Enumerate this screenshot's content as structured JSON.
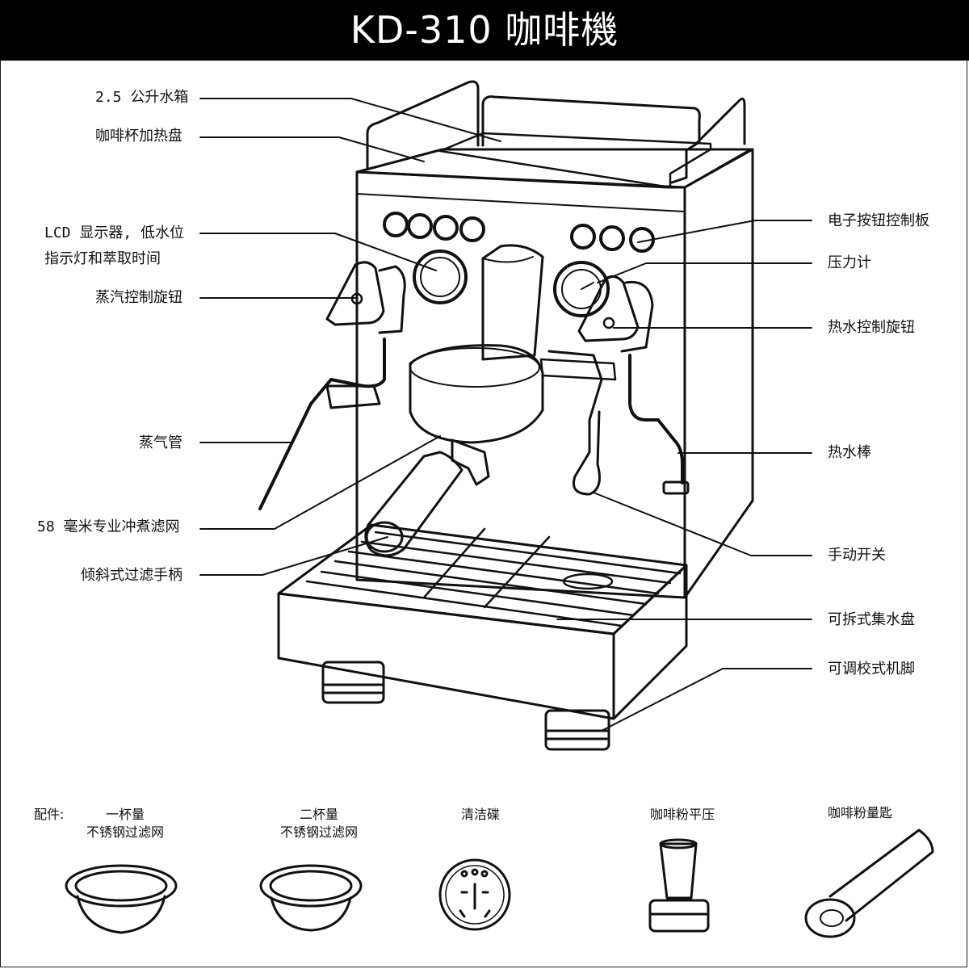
{
  "title": "KD-310 咖啡機",
  "labels_left": {
    "water_tank": "2.5 公升水箱",
    "cup_warmer": "咖啡杯加热盘",
    "lcd_line1": "LCD 显示器, 低水位",
    "lcd_line2": "指示灯和萃取时间",
    "steam_knob": "蒸汽控制旋钮",
    "steam_wand": "蒸气管",
    "filter_basket": "58 毫米专业冲煮滤网",
    "portafilter": "倾斜式过滤手柄"
  },
  "labels_right": {
    "control_panel": "电子按钮控制板",
    "pressure_gauge": "压力计",
    "hot_water_knob": "热水控制旋钮",
    "hot_water_wand": "热水棒",
    "manual_switch": "手动开关",
    "drip_tray": "可拆式集水盘",
    "adjustable_feet": "可调校式机脚"
  },
  "accessories": {
    "heading": "配件:",
    "items": [
      {
        "line1": "一杯量",
        "line2": "不锈钢过滤网"
      },
      {
        "line1": "二杯量",
        "line2": "不锈钢过滤网"
      },
      {
        "line1": "清洁碟",
        "line2": ""
      },
      {
        "line1": "咖啡粉平压",
        "line2": ""
      },
      {
        "line1": "咖啡粉量匙",
        "line2": ""
      }
    ]
  },
  "colors": {
    "title_bg": "#000000",
    "title_text": "#ffffff",
    "ink": "#111111"
  }
}
